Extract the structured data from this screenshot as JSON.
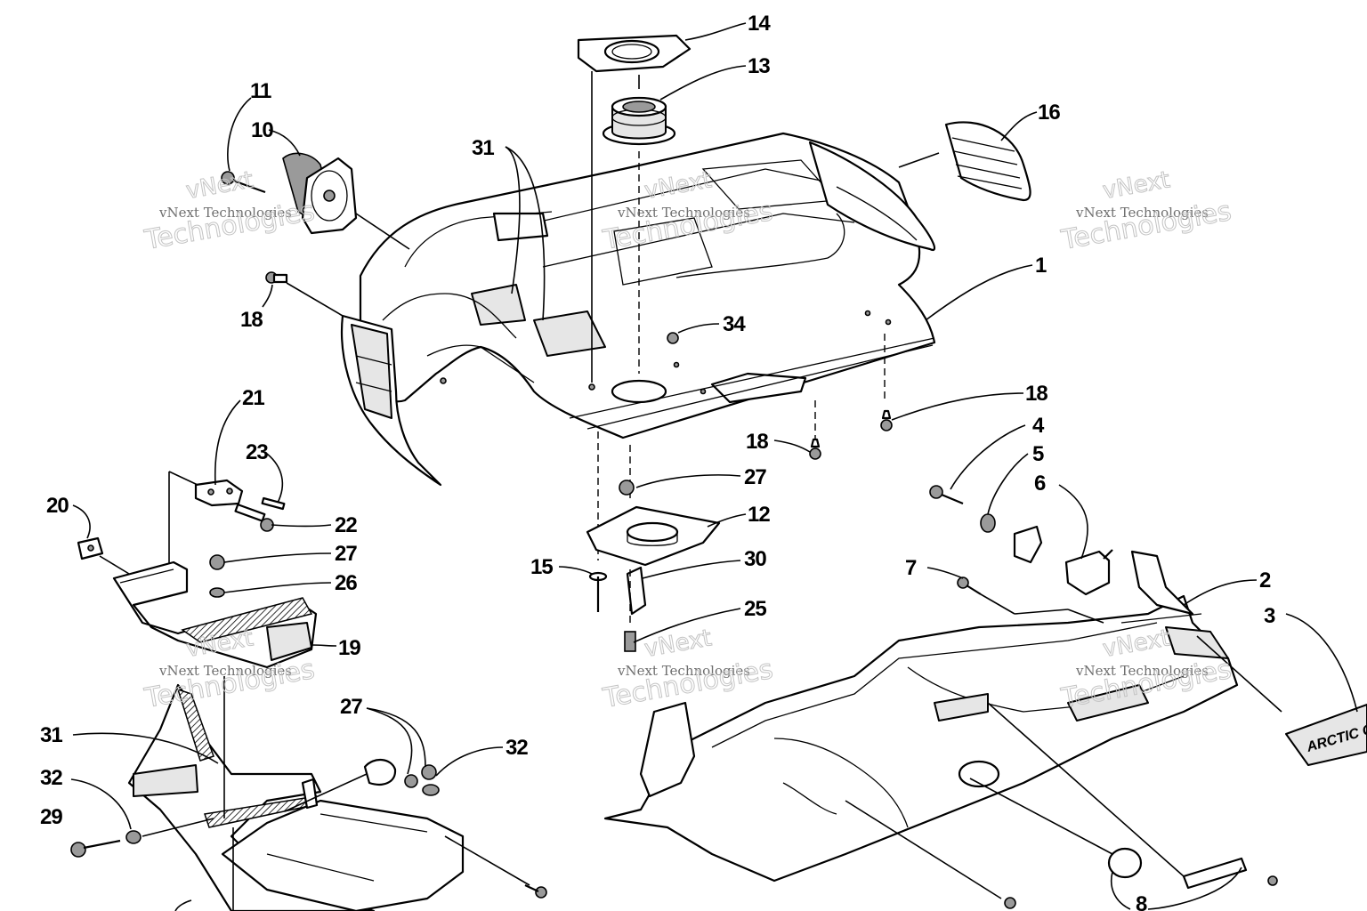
{
  "diagram": {
    "callouts": [
      {
        "id": "c14",
        "label": "14"
      },
      {
        "id": "c13",
        "label": "13"
      },
      {
        "id": "c11",
        "label": "11"
      },
      {
        "id": "c10",
        "label": "10"
      },
      {
        "id": "c31a",
        "label": "31"
      },
      {
        "id": "c16",
        "label": "16"
      },
      {
        "id": "c1",
        "label": "1"
      },
      {
        "id": "c18a",
        "label": "18"
      },
      {
        "id": "c34",
        "label": "34"
      },
      {
        "id": "c18b",
        "label": "18"
      },
      {
        "id": "c18c",
        "label": "18"
      },
      {
        "id": "c21",
        "label": "21"
      },
      {
        "id": "c23",
        "label": "23"
      },
      {
        "id": "c4",
        "label": "4"
      },
      {
        "id": "c5",
        "label": "5"
      },
      {
        "id": "c6",
        "label": "6"
      },
      {
        "id": "c20",
        "label": "20"
      },
      {
        "id": "c22",
        "label": "22"
      },
      {
        "id": "c27a",
        "label": "27"
      },
      {
        "id": "c12",
        "label": "12"
      },
      {
        "id": "c27b",
        "label": "27"
      },
      {
        "id": "c26",
        "label": "26"
      },
      {
        "id": "c15",
        "label": "15"
      },
      {
        "id": "c30",
        "label": "30"
      },
      {
        "id": "c7",
        "label": "7"
      },
      {
        "id": "c2",
        "label": "2"
      },
      {
        "id": "c25",
        "label": "25"
      },
      {
        "id": "c3",
        "label": "3"
      },
      {
        "id": "c19",
        "label": "19"
      },
      {
        "id": "c27c",
        "label": "27"
      },
      {
        "id": "c31b",
        "label": "31"
      },
      {
        "id": "c32a",
        "label": "32"
      },
      {
        "id": "c32b",
        "label": "32"
      },
      {
        "id": "c29",
        "label": "29"
      },
      {
        "id": "c8",
        "label": "8"
      }
    ],
    "watermark": {
      "small": "vNext Technologies",
      "large": "Technologies",
      "mark": "vNext"
    },
    "decal_text": "ARCTIC CA"
  }
}
